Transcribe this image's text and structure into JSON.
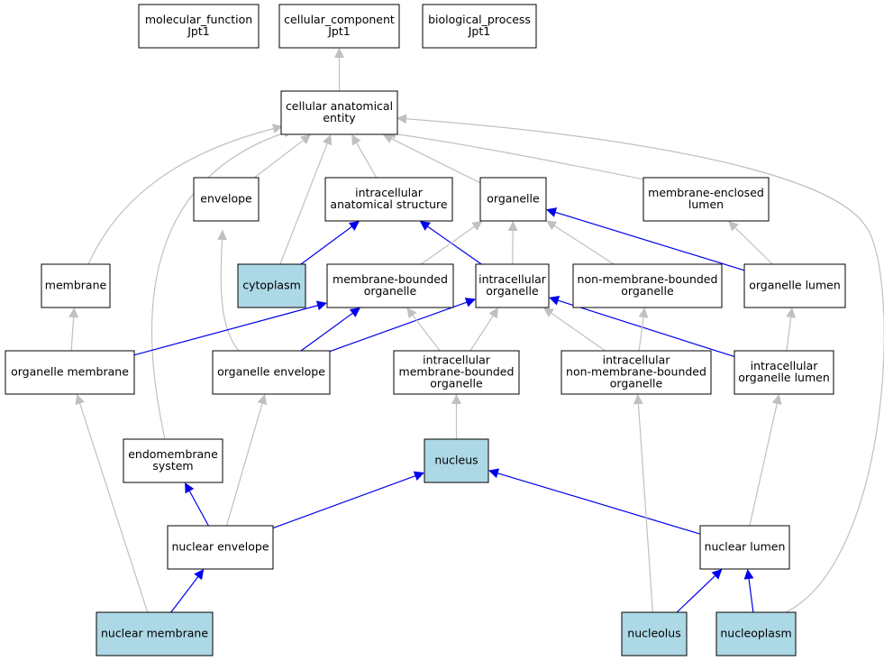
{
  "nodes": [
    {
      "id": "mf",
      "lines": [
        "molecular_function",
        "Jpt1"
      ],
      "highlight": false
    },
    {
      "id": "cc",
      "lines": [
        "cellular_component",
        "Jpt1"
      ],
      "highlight": false
    },
    {
      "id": "bp",
      "lines": [
        "biological_process",
        "Jpt1"
      ],
      "highlight": false
    },
    {
      "id": "cae",
      "lines": [
        "cellular anatomical",
        "entity"
      ],
      "highlight": false
    },
    {
      "id": "envelope",
      "lines": [
        "envelope"
      ],
      "highlight": false
    },
    {
      "id": "ias",
      "lines": [
        "intracellular",
        "anatomical structure"
      ],
      "highlight": false
    },
    {
      "id": "organelle",
      "lines": [
        "organelle"
      ],
      "highlight": false
    },
    {
      "id": "mel",
      "lines": [
        "membrane-enclosed",
        "lumen"
      ],
      "highlight": false
    },
    {
      "id": "membrane",
      "lines": [
        "membrane"
      ],
      "highlight": false
    },
    {
      "id": "cytoplasm",
      "lines": [
        "cytoplasm"
      ],
      "highlight": true
    },
    {
      "id": "mbo",
      "lines": [
        "membrane-bounded",
        "organelle"
      ],
      "highlight": false
    },
    {
      "id": "io",
      "lines": [
        "intracellular",
        "organelle"
      ],
      "highlight": false
    },
    {
      "id": "nmbo",
      "lines": [
        "non-membrane-bounded",
        "organelle"
      ],
      "highlight": false
    },
    {
      "id": "ol",
      "lines": [
        "organelle lumen"
      ],
      "highlight": false
    },
    {
      "id": "om",
      "lines": [
        "organelle membrane"
      ],
      "highlight": false
    },
    {
      "id": "oe",
      "lines": [
        "organelle envelope"
      ],
      "highlight": false
    },
    {
      "id": "imbo",
      "lines": [
        "intracellular",
        "membrane-bounded",
        "organelle"
      ],
      "highlight": false
    },
    {
      "id": "inmbo",
      "lines": [
        "intracellular",
        "non-membrane-bounded",
        "organelle"
      ],
      "highlight": false
    },
    {
      "id": "iol",
      "lines": [
        "intracellular",
        "organelle lumen"
      ],
      "highlight": false
    },
    {
      "id": "es",
      "lines": [
        "endomembrane",
        "system"
      ],
      "highlight": false
    },
    {
      "id": "nucleus",
      "lines": [
        "nucleus"
      ],
      "highlight": true
    },
    {
      "id": "ne",
      "lines": [
        "nuclear envelope"
      ],
      "highlight": false
    },
    {
      "id": "nl",
      "lines": [
        "nuclear lumen"
      ],
      "highlight": false
    },
    {
      "id": "nm",
      "lines": [
        "nuclear membrane"
      ],
      "highlight": true
    },
    {
      "id": "nucleolus",
      "lines": [
        "nucleolus"
      ],
      "highlight": true
    },
    {
      "id": "nucleoplasm",
      "lines": [
        "nucleoplasm"
      ],
      "highlight": true
    }
  ],
  "edges": [
    {
      "from": "cae",
      "to": "cc",
      "color": "gray"
    },
    {
      "from": "envelope",
      "to": "cae",
      "color": "gray"
    },
    {
      "from": "ias",
      "to": "cae",
      "color": "gray"
    },
    {
      "from": "organelle",
      "to": "cae",
      "color": "gray"
    },
    {
      "from": "mel",
      "to": "cae",
      "color": "gray"
    },
    {
      "from": "membrane",
      "to": "cae",
      "color": "gray"
    },
    {
      "from": "cytoplasm",
      "to": "cae",
      "color": "gray"
    },
    {
      "from": "es",
      "to": "cae",
      "color": "gray"
    },
    {
      "from": "nucleoplasm",
      "to": "cae",
      "color": "gray"
    },
    {
      "from": "cytoplasm",
      "to": "ias",
      "color": "blue"
    },
    {
      "from": "io",
      "to": "ias",
      "color": "blue"
    },
    {
      "from": "mbo",
      "to": "organelle",
      "color": "gray"
    },
    {
      "from": "io",
      "to": "organelle",
      "color": "gray"
    },
    {
      "from": "nmbo",
      "to": "organelle",
      "color": "gray"
    },
    {
      "from": "ol",
      "to": "organelle",
      "color": "blue"
    },
    {
      "from": "ol",
      "to": "mel",
      "color": "gray"
    },
    {
      "from": "om",
      "to": "membrane",
      "color": "gray"
    },
    {
      "from": "oe",
      "to": "envelope",
      "color": "gray"
    },
    {
      "from": "om",
      "to": "mbo",
      "color": "blue"
    },
    {
      "from": "oe",
      "to": "mbo",
      "color": "blue"
    },
    {
      "from": "oe",
      "to": "io",
      "color": "blue"
    },
    {
      "from": "imbo",
      "to": "mbo",
      "color": "gray"
    },
    {
      "from": "imbo",
      "to": "io",
      "color": "gray"
    },
    {
      "from": "inmbo",
      "to": "io",
      "color": "gray"
    },
    {
      "from": "iol",
      "to": "io",
      "color": "blue"
    },
    {
      "from": "inmbo",
      "to": "nmbo",
      "color": "gray"
    },
    {
      "from": "iol",
      "to": "ol",
      "color": "gray"
    },
    {
      "from": "nucleus",
      "to": "imbo",
      "color": "gray"
    },
    {
      "from": "nm",
      "to": "om",
      "color": "gray"
    },
    {
      "from": "ne",
      "to": "oe",
      "color": "gray"
    },
    {
      "from": "ne",
      "to": "es",
      "color": "blue"
    },
    {
      "from": "ne",
      "to": "nucleus",
      "color": "blue"
    },
    {
      "from": "nl",
      "to": "nucleus",
      "color": "blue"
    },
    {
      "from": "nl",
      "to": "iol",
      "color": "gray"
    },
    {
      "from": "nucleolus",
      "to": "inmbo",
      "color": "gray"
    },
    {
      "from": "nm",
      "to": "ne",
      "color": "blue"
    },
    {
      "from": "nucleolus",
      "to": "nl",
      "color": "blue"
    },
    {
      "from": "nucleoplasm",
      "to": "nl",
      "color": "blue"
    }
  ]
}
